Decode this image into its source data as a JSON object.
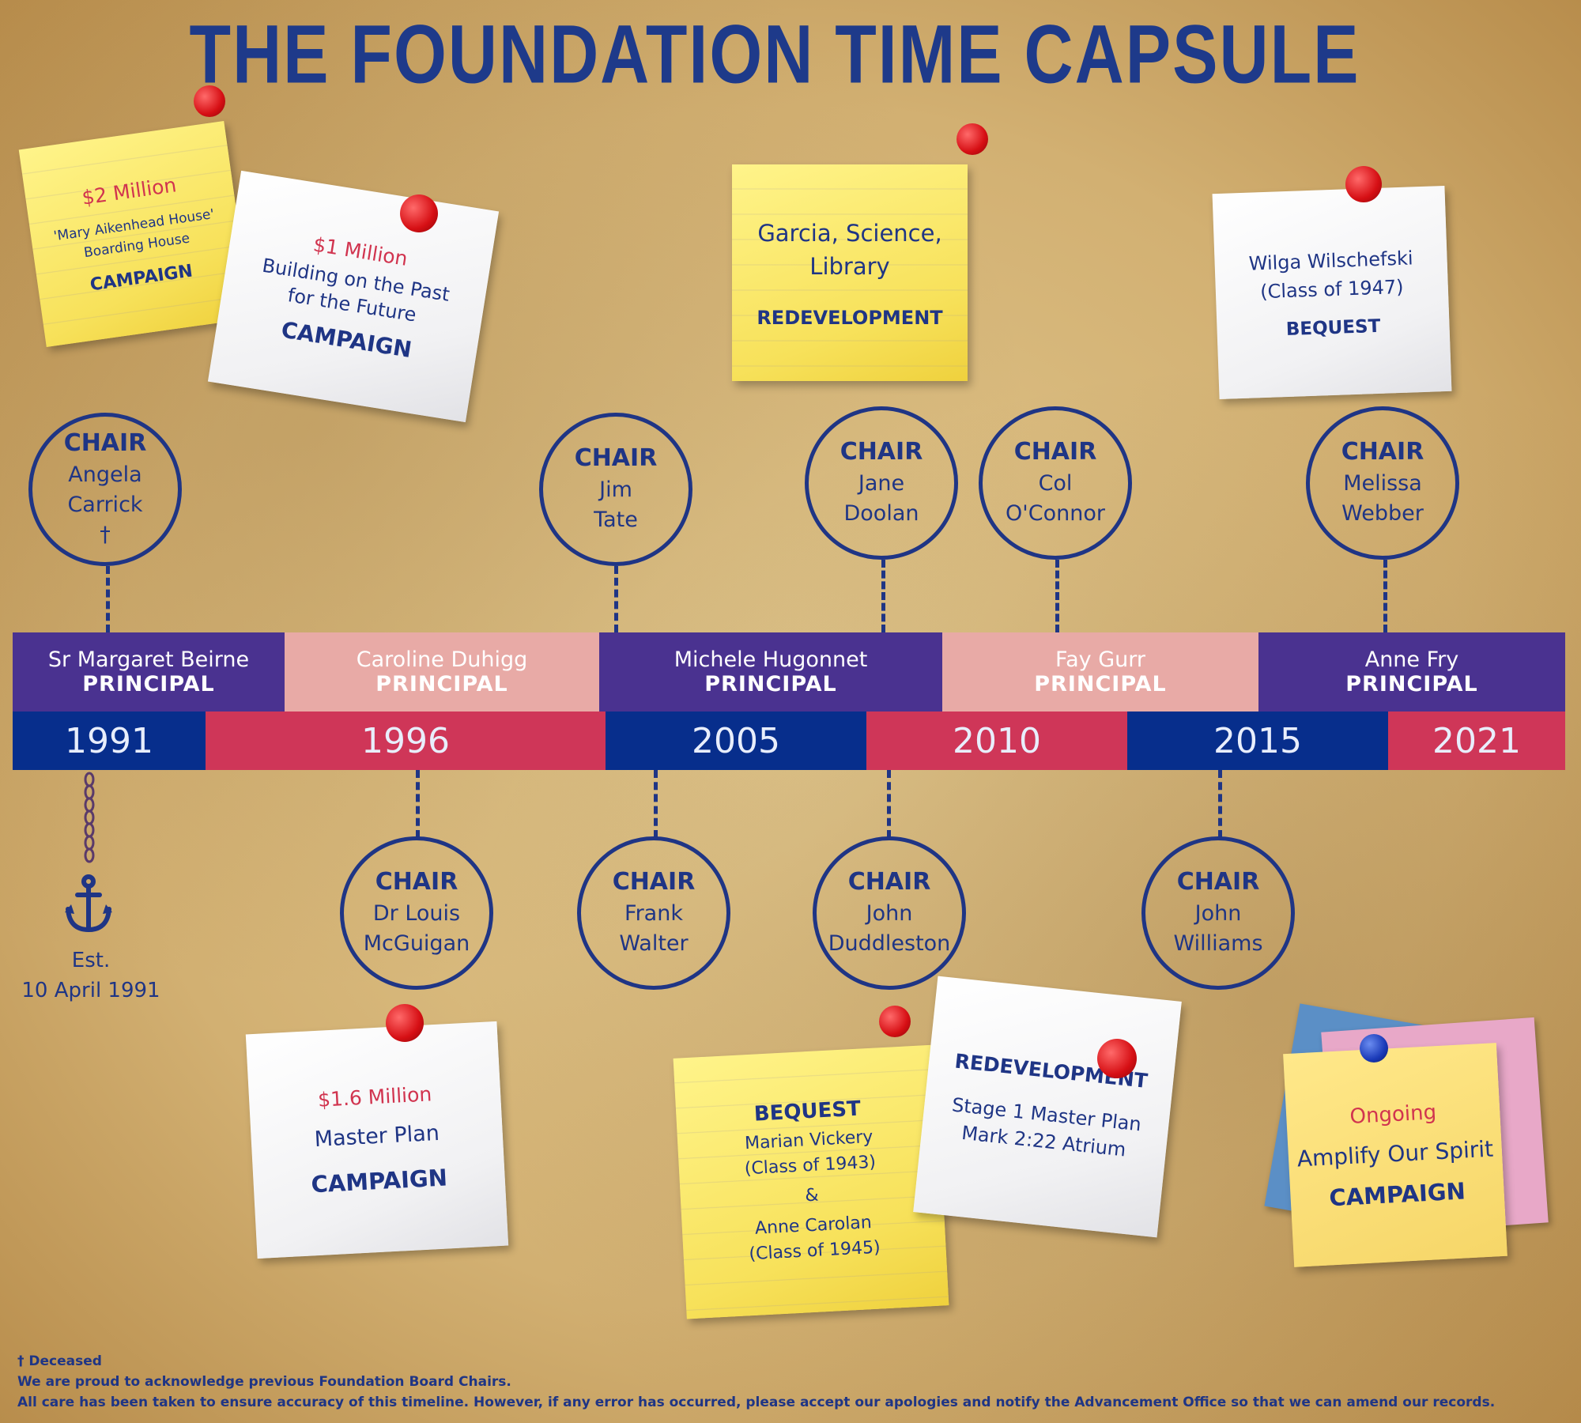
{
  "title": "THE FOUNDATION TIME CAPSULE",
  "principals": [
    {
      "name": "Sr Margaret Beirne",
      "role": "PRINCIPAL"
    },
    {
      "name": "Caroline Duhigg",
      "role": "PRINCIPAL"
    },
    {
      "name": "Michele Hugonnet",
      "role": "PRINCIPAL"
    },
    {
      "name": "Fay Gurr",
      "role": "PRINCIPAL"
    },
    {
      "name": "Anne Fry",
      "role": "PRINCIPAL"
    }
  ],
  "years": [
    "1991",
    "1996",
    "2005",
    "2010",
    "2015",
    "2021"
  ],
  "chairs_top": [
    {
      "label": "CHAIR",
      "line1": "Angela",
      "line2": "Carrick",
      "mark": "†"
    },
    {
      "label": "CHAIR",
      "line1": "Jim",
      "line2": "Tate"
    },
    {
      "label": "CHAIR",
      "line1": "Jane",
      "line2": "Doolan"
    },
    {
      "label": "CHAIR",
      "line1": "Col",
      "line2": "O'Connor"
    },
    {
      "label": "CHAIR",
      "line1": "Melissa",
      "line2": "Webber"
    }
  ],
  "chairs_bottom": [
    {
      "label": "CHAIR",
      "line1": "Dr Louis",
      "line2": "McGuigan"
    },
    {
      "label": "CHAIR",
      "line1": "Frank",
      "line2": "Walter"
    },
    {
      "label": "CHAIR",
      "line1": "John",
      "line2": "Duddleston"
    },
    {
      "label": "CHAIR",
      "line1": "John",
      "line2": "Williams"
    }
  ],
  "established": {
    "line1": "Est.",
    "line2": "10 April 1991"
  },
  "notes": {
    "n1": {
      "amount": "$2 Million",
      "line1": "'Mary Aikenhead House'",
      "line2": "Boarding House",
      "type": "CAMPAIGN"
    },
    "n2": {
      "amount": "$1 Million",
      "line1": "Building on the Past",
      "line2": "for the Future",
      "type": "CAMPAIGN"
    },
    "n3": {
      "line1": "Garcia, Science,",
      "line2": "Library",
      "type": "REDEVELOPMENT"
    },
    "n4": {
      "line1": "Wilga Wilschefski",
      "line2": "(Class of 1947)",
      "type": "BEQUEST"
    },
    "n5": {
      "amount": "$1.6 Million",
      "line1": "Master Plan",
      "type": "CAMPAIGN"
    },
    "n6": {
      "type": "BEQUEST",
      "line1": "Marian Vickery",
      "line2": "(Class of 1943)",
      "amp": "&",
      "line3": "Anne Carolan",
      "line4": "(Class of 1945)"
    },
    "n7": {
      "type": "REDEVELOPMENT",
      "line1": "Stage 1 Master Plan",
      "line2": "Mark 2:22 Atrium"
    },
    "n8": {
      "amount": "Ongoing",
      "line1": "Amplify Our Spirit",
      "type": "CAMPAIGN"
    }
  },
  "footer": {
    "line1": "† Deceased",
    "line2": "We are proud to acknowledge previous Foundation Board Chairs.",
    "line3": "All care has been taken to ensure accuracy of this timeline. However, if any error has occurred, please accept our apologies and notify the Advancement Office so that we can amend our records."
  },
  "colors": {
    "navy": "#1f3585",
    "purple": "#4a3290",
    "pink": "#e8aaa6",
    "crimson": "#cf3658",
    "blue": "#072e8c"
  }
}
